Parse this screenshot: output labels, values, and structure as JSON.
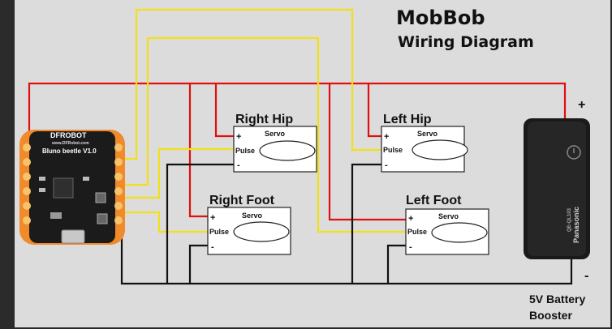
{
  "title": "MobBob",
  "subtitle": "Wiring Diagram",
  "board": {
    "brand": "DFROBOT",
    "url": "www.DFRobot.com",
    "model": "Bluno beetle V1.0"
  },
  "servos": [
    {
      "name": "Right Hip",
      "type_label": "Servo",
      "plus": "+",
      "pulse": "Pulse",
      "minus": "-"
    },
    {
      "name": "Left Hip",
      "type_label": "Servo",
      "plus": "+",
      "pulse": "Pulse",
      "minus": "-"
    },
    {
      "name": "Right Foot",
      "type_label": "Servo",
      "plus": "+",
      "pulse": "Pulse",
      "minus": "-"
    },
    {
      "name": "Left Foot",
      "type_label": "Servo",
      "plus": "+",
      "pulse": "Pulse",
      "minus": "-"
    }
  ],
  "battery": {
    "brand": "Panasonic",
    "model": "QE-QL103",
    "plus": "+",
    "minus": "-",
    "label_line1": "5V Battery",
    "label_line2": "Booster"
  },
  "colors": {
    "power": "#e01010",
    "signal": "#f2e01a",
    "ground": "#111111",
    "background": "#dcdcdc"
  }
}
